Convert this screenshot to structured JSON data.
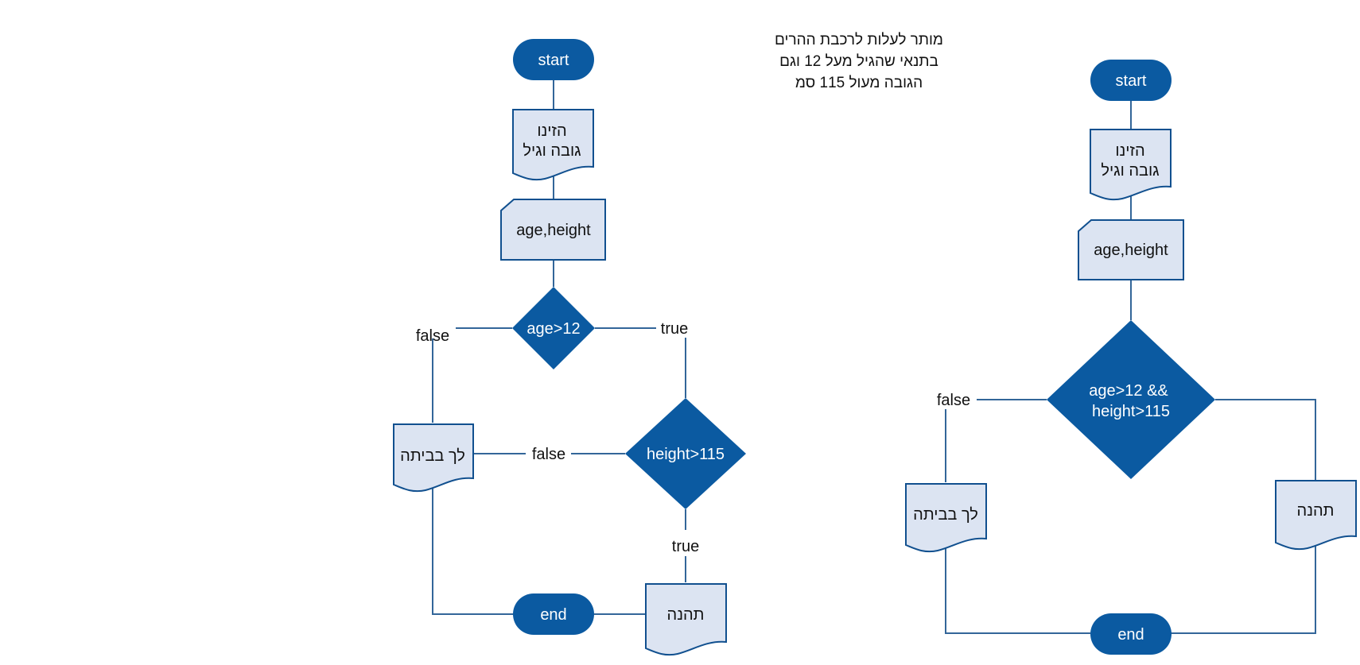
{
  "note": {
    "lines": [
      "מותר לעלות לרכבת ההרים",
      "בתנאי שהגיל מעל 12 וגם",
      "הגובה מעול 115 סמ"
    ]
  },
  "left": {
    "start": "start",
    "prompt_lines": [
      "הזינו",
      "גובה וגיל"
    ],
    "input": "age,height",
    "decision1": "age>12",
    "decision1_false": "false",
    "decision1_true": "true",
    "decision2": "height>115",
    "decision2_false": "false",
    "decision2_true": "true",
    "stay_home": "לך בביתה",
    "enjoy": "תהנה",
    "end": "end"
  },
  "right": {
    "start": "start",
    "prompt_lines": [
      "הזינו",
      "גובה וגיל"
    ],
    "input": "age,height",
    "decision_lines": [
      "age>12 &&",
      "height>115"
    ],
    "decision_false": "false",
    "stay_home": "לך בביתה",
    "enjoy": "תהנה",
    "end": "end"
  },
  "colors": {
    "primary": "#0b5aa1",
    "shape_fill": "#dce4f2",
    "shape_border": "#11508f",
    "connector": "#336699"
  }
}
